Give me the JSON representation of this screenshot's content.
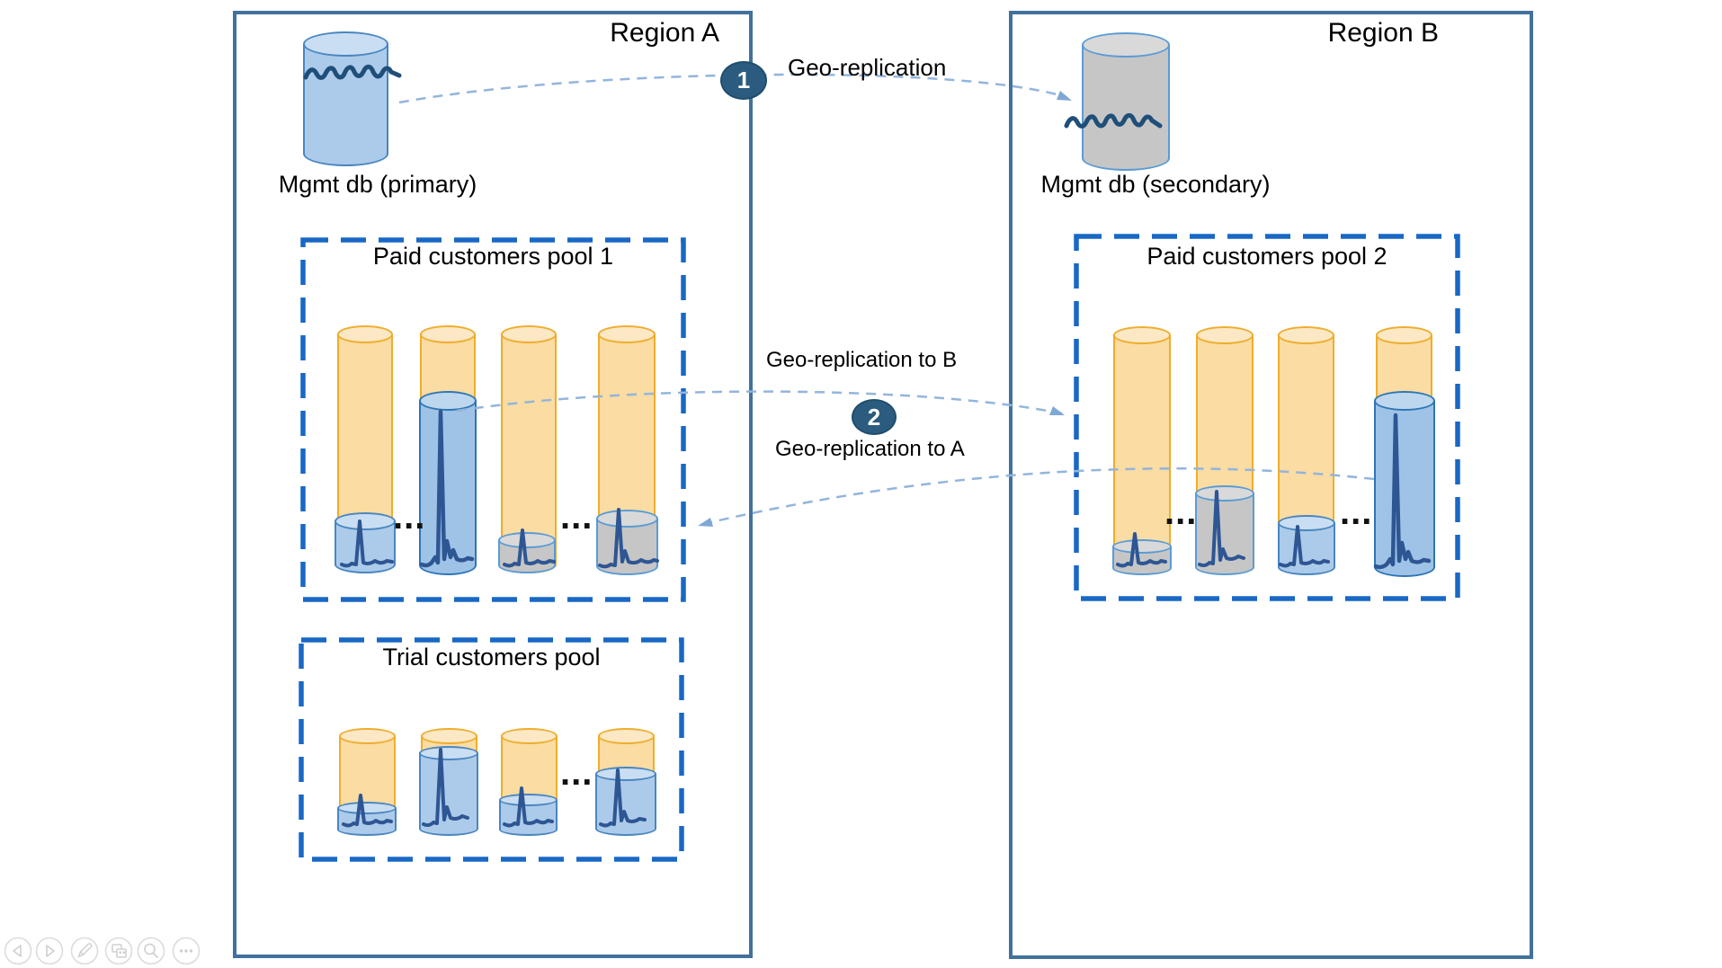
{
  "diagram": {
    "region_a": {
      "title": "Region A",
      "db_label": "Mgmt db (primary)"
    },
    "region_b": {
      "title": "Region B",
      "db_label": "Mgmt db (secondary)"
    },
    "pools": {
      "paid1": {
        "title": "Paid customers pool 1"
      },
      "trial": {
        "title": "Trial customers pool"
      },
      "paid2": {
        "title": "Paid customers pool 2"
      }
    },
    "steps": {
      "one": {
        "badge": "1",
        "label": "Geo-replication"
      },
      "two": {
        "badge": "2",
        "label_to_b": "Geo-replication to B",
        "label_to_a": "Geo-replication to A"
      }
    },
    "ellipsis": "...",
    "colors": {
      "region_border": "#41719C",
      "pool_border": "#1968C5",
      "yellow_fill": "#FBDCA2",
      "yellow_stroke": "#EFAD2D",
      "blue_fill": "#ACCBEA",
      "blue_stroke": "#2E75B6",
      "gray_fill": "#C6C6C6",
      "badge_fill": "#2B5C7F",
      "arrow_dash": "#93B5DC",
      "spark_line": "#2E5693"
    }
  },
  "viewer": {
    "controls": [
      "previous-slide",
      "next-slide",
      "pen-annotate",
      "slide-sorter",
      "zoom-magnifier",
      "more-options"
    ]
  }
}
